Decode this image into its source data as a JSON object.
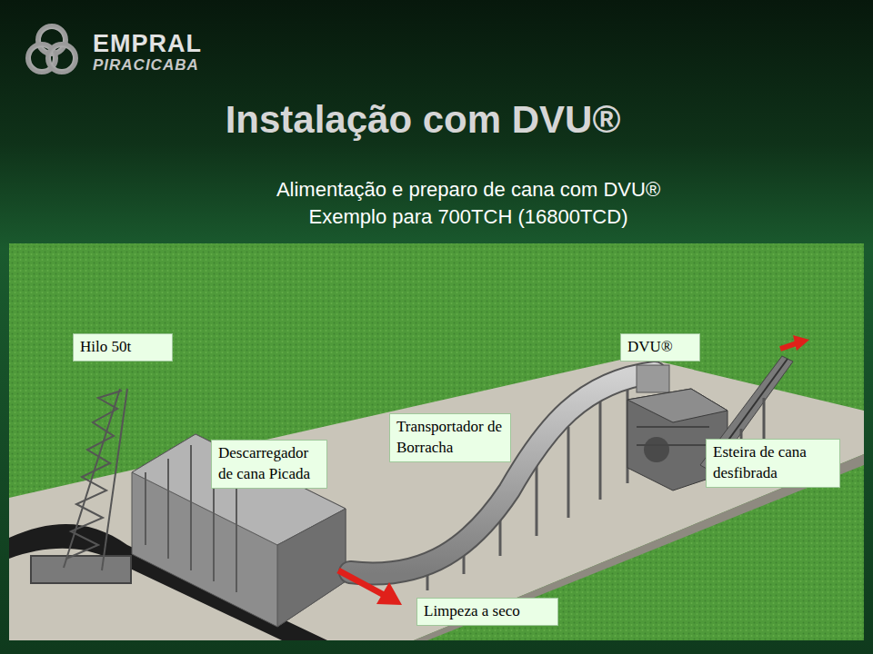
{
  "diagram": {
    "title": "Instalação com DVU®",
    "nodes": [
      {
        "text": [
          "Hilo 50t"
        ]
      },
      {
        "text": [
          "DVU®"
        ]
      },
      {
        "text": [
          "Transportador de Borracha"
        ]
      },
      {
        "text": [
          "Descarregador de cana Picada"
        ]
      },
      {
        "text": [
          "Esteira de cana desfibrada"
        ]
      },
      {
        "text": [
          "Limpeza a seco"
        ]
      }
    ],
    "labels": [
      "EMPRAL",
      "PIRACICABA",
      "Alimentação e preparo de cana com DVU®",
      "Exemplo para 700TCH (16800TCD)"
    ]
  }
}
